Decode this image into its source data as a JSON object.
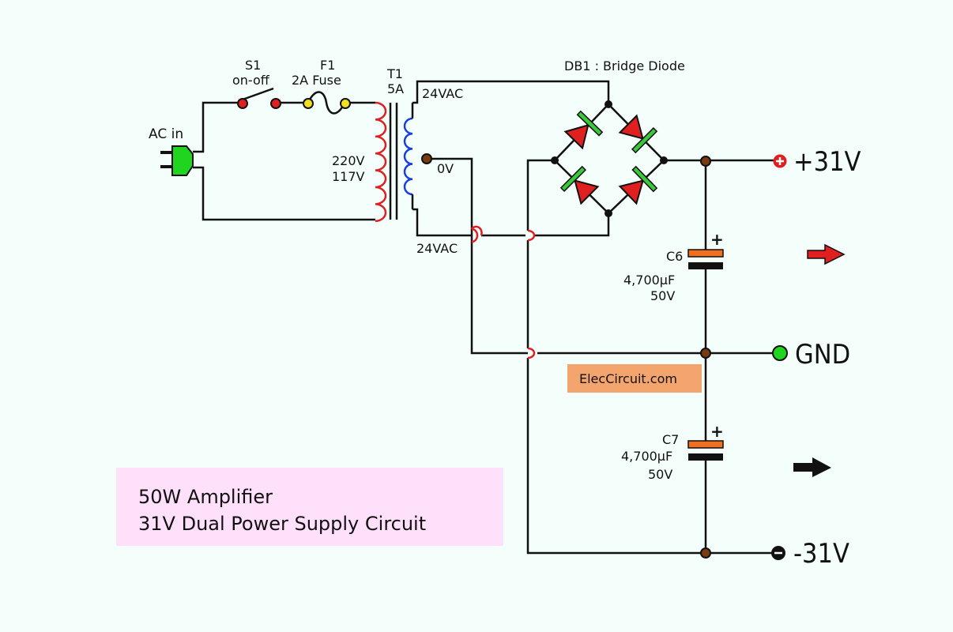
{
  "ac_in": {
    "label": "AC in"
  },
  "switch": {
    "ref": "S1",
    "desc": "on-off"
  },
  "fuse": {
    "ref": "F1",
    "desc": "2A Fuse"
  },
  "transformer": {
    "ref": "T1",
    "rating": "5A",
    "primary_v1": "220V",
    "primary_v2": "117V",
    "tap_top": "24VAC",
    "tap_center": "0V",
    "tap_bottom": "24VAC"
  },
  "bridge": {
    "label": "DB1 : Bridge Diode"
  },
  "c6": {
    "ref": "C6",
    "value": "4,700µF",
    "voltage": "50V",
    "polarity": "+"
  },
  "c7": {
    "ref": "C7",
    "value": "4,700µF",
    "voltage": "50V",
    "polarity": "+"
  },
  "outputs": {
    "pos": "+31V",
    "gnd": "GND",
    "neg": "-31V"
  },
  "watermark": "ElecCircuit.com",
  "title": {
    "line1": "50W Amplifier",
    "line2": "31V Dual Power Supply Circuit"
  },
  "colors": {
    "wire": "#111111",
    "primary_coil": "#e02020",
    "secondary_coil": "#1a3fe0",
    "diode": "#e02020",
    "diode_bar": "#3cc83c",
    "plug": "#1fd51f",
    "capacitor": "#f07020",
    "node": "#7a3b10",
    "title_box": "#ffe0fb",
    "watermark_box": "#f4a56e"
  }
}
